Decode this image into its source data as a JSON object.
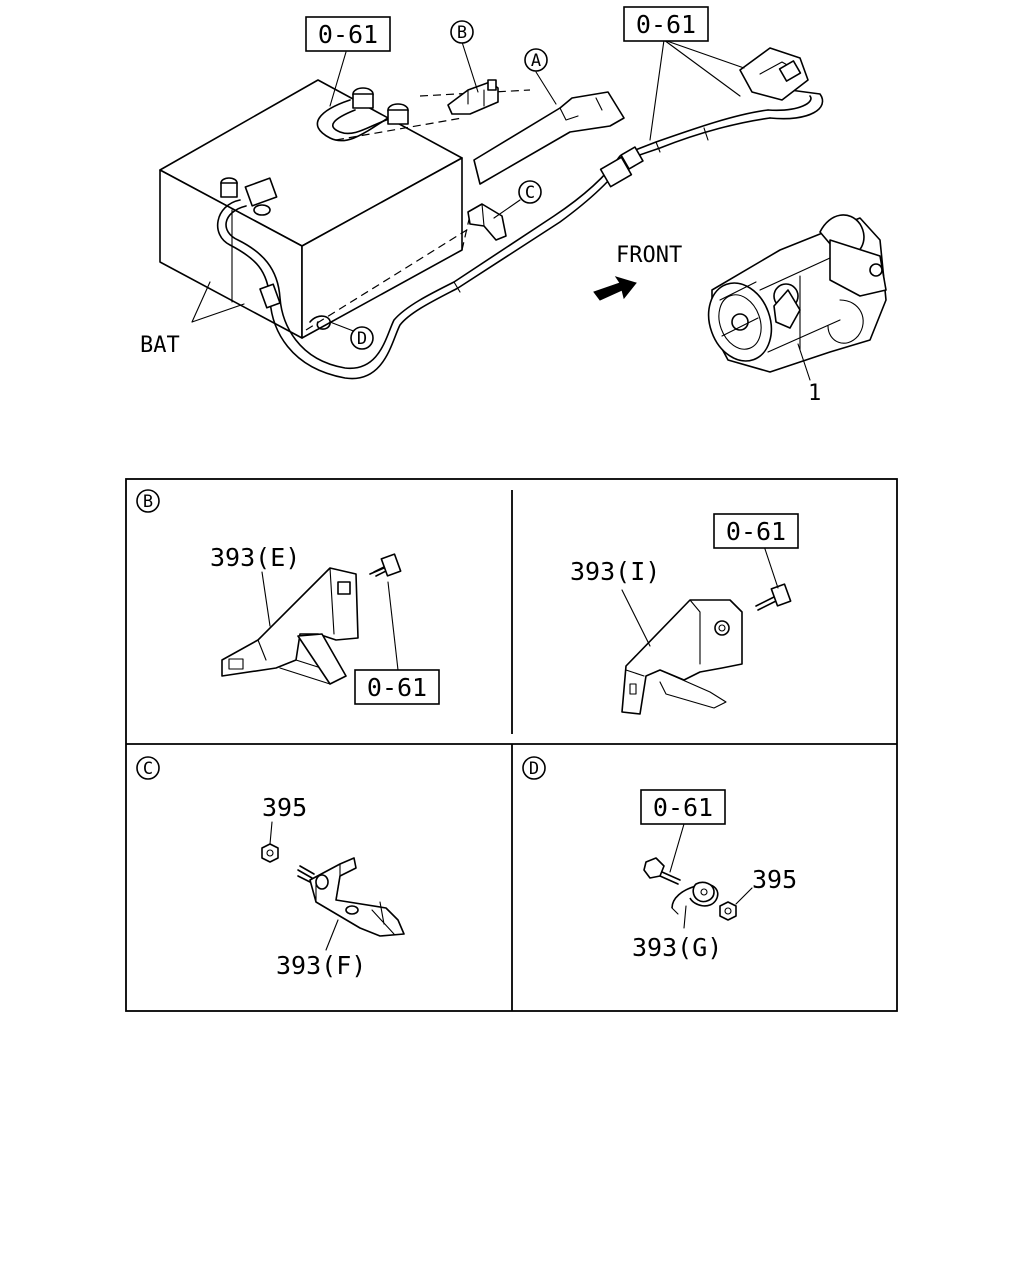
{
  "overview": {
    "refs": [
      "0-61",
      "0-61"
    ],
    "callouts": [
      "A",
      "B",
      "C",
      "D"
    ],
    "bat_label": "BAT",
    "front_label": "FRONT",
    "part_1": "1"
  },
  "panel_b": {
    "key": "B",
    "left": {
      "bracket": "393(E)",
      "ref": "0-61"
    },
    "right": {
      "bracket": "393(I)",
      "ref": "0-61"
    }
  },
  "panel_c": {
    "key": "C",
    "nut": "395",
    "bracket": "393(F)"
  },
  "panel_d": {
    "key": "D",
    "ref": "0-61",
    "nut": "395",
    "bracket": "393(G)"
  }
}
